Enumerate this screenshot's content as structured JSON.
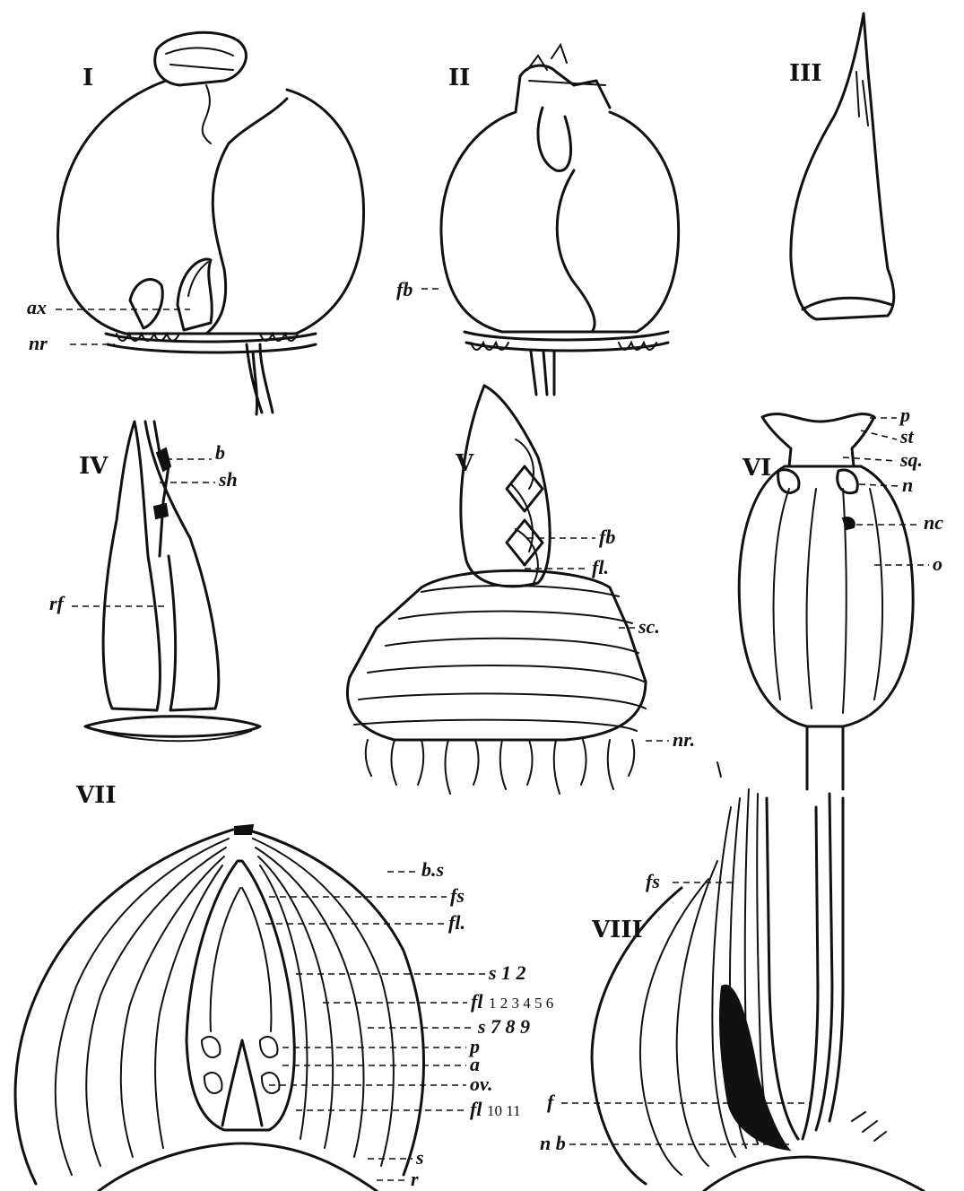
{
  "figures": [
    {
      "id": "I",
      "numeral": "I",
      "labels": [
        "ax",
        "nr"
      ]
    },
    {
      "id": "II",
      "numeral": "II",
      "labels": [
        "fb"
      ]
    },
    {
      "id": "III",
      "numeral": "III",
      "labels": []
    },
    {
      "id": "IV",
      "numeral": "IV",
      "labels": [
        "b",
        "sh",
        "rf"
      ]
    },
    {
      "id": "V",
      "numeral": "V",
      "labels": [
        "fb",
        "fl.",
        "sc.",
        "nr."
      ]
    },
    {
      "id": "VI",
      "numeral": "VI",
      "labels": [
        "p",
        "st",
        "sq.",
        "n",
        "nc",
        "o"
      ]
    },
    {
      "id": "VII",
      "numeral": "VII",
      "labels": [
        "b.s",
        "fs",
        "fl.",
        "s 1 2",
        "fl",
        "1 2 3 4 5 6",
        "s 7 8 9",
        "p",
        "a",
        "ov.",
        "fl",
        "10 11",
        "s",
        "r"
      ]
    },
    {
      "id": "VIII",
      "numeral": "VIII",
      "labels": [
        "fs",
        "f",
        "n b"
      ]
    }
  ]
}
